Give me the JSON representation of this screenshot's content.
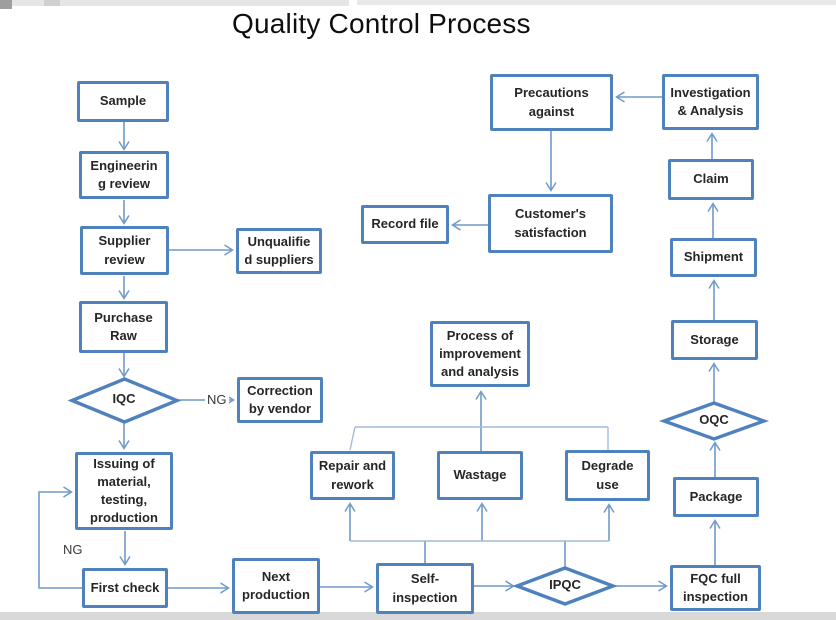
{
  "title": "Quality Control Process",
  "colors": {
    "shape_border": "#4f81bd",
    "connector_line": "#6f9ac9",
    "collector_line": "#a3bcda",
    "shape_text": "#262626",
    "title_text": "#0e0e0e"
  },
  "nodes": {
    "sample": {
      "label": "Sample"
    },
    "engineering_review": {
      "label": "Engineerin\ng review"
    },
    "supplier_review": {
      "label": "Supplier\nreview"
    },
    "unqualified_suppliers": {
      "label": "Unqualifie\nd suppliers"
    },
    "purchase_raw": {
      "label": "Purchase\nRaw"
    },
    "correction_by_vendor": {
      "label": "Correction\nby vendor"
    },
    "issuing": {
      "label": "Issuing of\nmaterial,\ntesting,\nproduction"
    },
    "first_check": {
      "label": "First check"
    },
    "next_production": {
      "label": "Next\nproduction"
    },
    "self_inspection": {
      "label": "Self-\ninspection"
    },
    "fqc_full_inspection": {
      "label": "FQC full\ninspection"
    },
    "repair_rework": {
      "label": "Repair and\nrework"
    },
    "wastage": {
      "label": "Wastage"
    },
    "degrade_use": {
      "label": "Degrade\nuse"
    },
    "process_improvement": {
      "label": "Process of\nimprovement\nand analysis"
    },
    "precautions_against": {
      "label": "Precautions\nagainst"
    },
    "investigation_analysis": {
      "label": "Investigation\n& Analysis"
    },
    "claim": {
      "label": "Claim"
    },
    "shipment": {
      "label": "Shipment"
    },
    "customer_satisfaction": {
      "label": "Customer's\nsatisfaction"
    },
    "record_file": {
      "label": "Record file"
    },
    "storage": {
      "label": "Storage"
    },
    "package": {
      "label": "Package"
    }
  },
  "diamonds": {
    "iqc": {
      "label": "IQC"
    },
    "ipqc": {
      "label": "IPQC"
    },
    "oqc": {
      "label": "OQC"
    }
  },
  "edge_labels": {
    "iqc_ng": "NG",
    "first_check_ng": "NG"
  }
}
